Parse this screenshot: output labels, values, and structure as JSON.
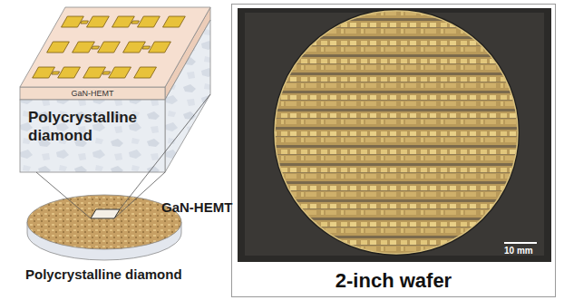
{
  "diagram": {
    "nodes": [
      {
        "text": [
          "GaN-HEMT"
        ]
      },
      {
        "text": [
          "Polycrystalline diamond"
        ]
      },
      {
        "text": [
          "2-inch wafer"
        ]
      }
    ],
    "labels": [
      "GaN-HEMT",
      "Polycrystalline diamond",
      "10 mm"
    ]
  }
}
